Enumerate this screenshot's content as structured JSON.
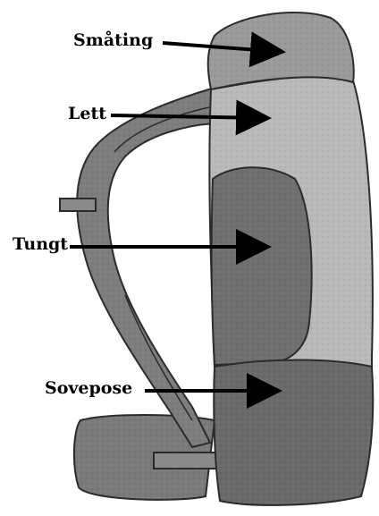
{
  "labels": {
    "smaating": "Småting",
    "lett": "Lett",
    "tungt": "Tungt",
    "sovepose": "Sovepose"
  },
  "colors": {
    "outline": "#2b2b2b",
    "top_lid": "#9a9a9a",
    "light_zone": "#b9b9b9",
    "heavy_zone": "#6f6f6f",
    "sleeping_bag_zone": "#6a6a6a",
    "frame_straps": "#7d7d7d",
    "arrow": "#000000"
  }
}
